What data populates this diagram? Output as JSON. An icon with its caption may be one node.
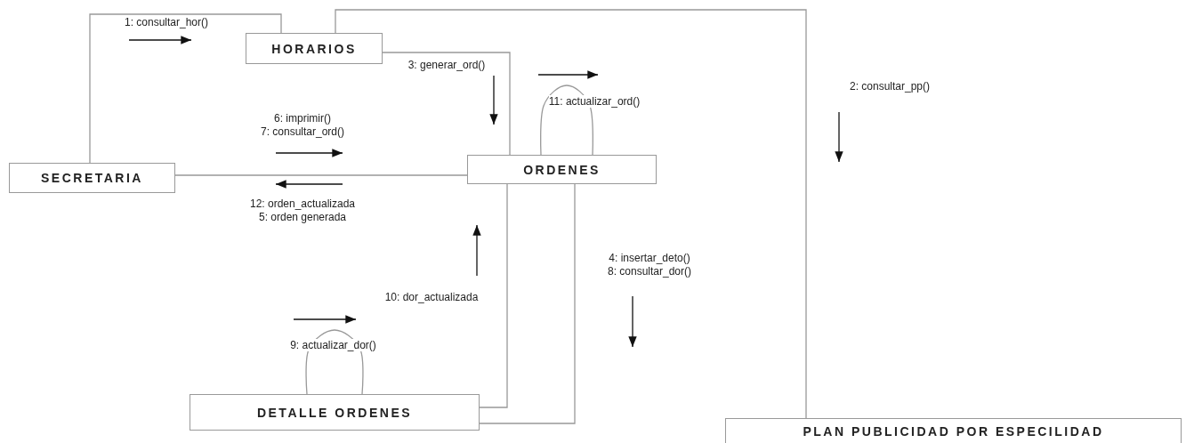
{
  "diagram": {
    "nodes": [
      {
        "text": [
          "HORARIOS"
        ]
      },
      {
        "text": [
          "SECRETARIA"
        ]
      },
      {
        "text": [
          "ORDENES"
        ]
      },
      {
        "text": [
          "DETALLE ORDENES"
        ]
      },
      {
        "text": [
          "PLAN PUBLICIDAD POR ESPECILIDAD"
        ]
      }
    ],
    "edges": [
      {
        "from": 1,
        "to": 0,
        "arrow": "none",
        "label": "1: consultar_hor()"
      },
      {
        "from": 0,
        "to": 4,
        "arrow": "none",
        "label": "2: consultar_pp()"
      },
      {
        "from": 0,
        "to": 2,
        "arrow": "none",
        "label": "3: generar_ord()"
      },
      {
        "from": 1,
        "to": 2,
        "arrow": "none",
        "label": "6: imprimir() 7: consultar_ord()"
      },
      {
        "from": 2,
        "to": 2,
        "arrow": "none",
        "label": "11: actualizar_ord()"
      },
      {
        "from": 2,
        "to": 3,
        "arrow": "none",
        "label": "10: dor_actualizada"
      },
      {
        "from": 2,
        "to": 3,
        "arrow": "none",
        "label": "4: insertar_deto() 8: consultar_dor()"
      },
      {
        "from": 3,
        "to": 3,
        "arrow": "none",
        "label": "9: actualizar_dor()"
      }
    ],
    "labels": [
      "12: orden_actualizada 5: orden generada"
    ]
  }
}
